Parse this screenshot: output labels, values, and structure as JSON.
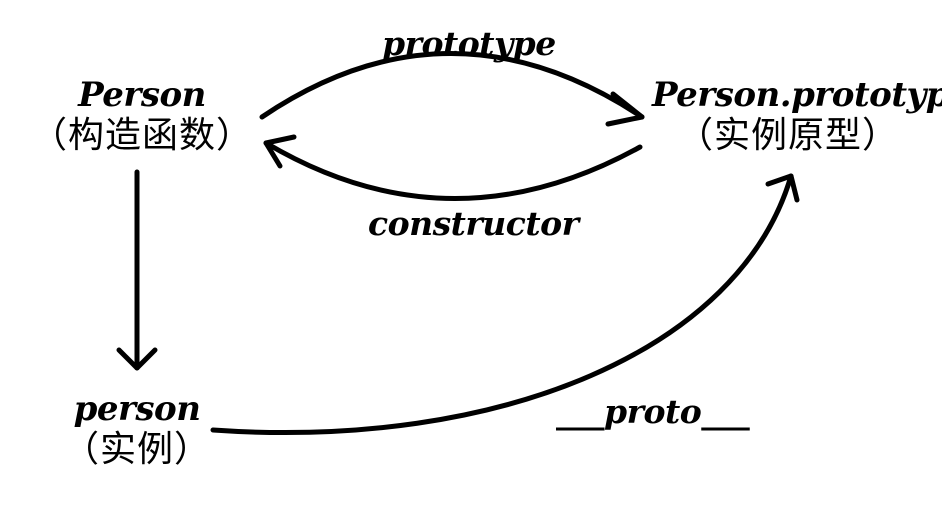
{
  "colors": {
    "stroke": "#000000",
    "background": "#ffffff"
  },
  "nodes": {
    "constructor_fn": {
      "name": "Person",
      "desc": "（构造函数）"
    },
    "prototype_obj": {
      "name": "Person.prototype",
      "desc": "（实例原型）"
    },
    "instance": {
      "name": "person",
      "desc": "（实例）"
    }
  },
  "edges": {
    "prototype": {
      "label": "prototype",
      "from": "constructor_fn",
      "to": "prototype_obj"
    },
    "constructor": {
      "label": "constructor",
      "from": "prototype_obj",
      "to": "constructor_fn"
    },
    "instantiate": {
      "label": "",
      "from": "constructor_fn",
      "to": "instance"
    },
    "proto": {
      "label": "___proto___",
      "from": "instance",
      "to": "prototype_obj"
    }
  }
}
